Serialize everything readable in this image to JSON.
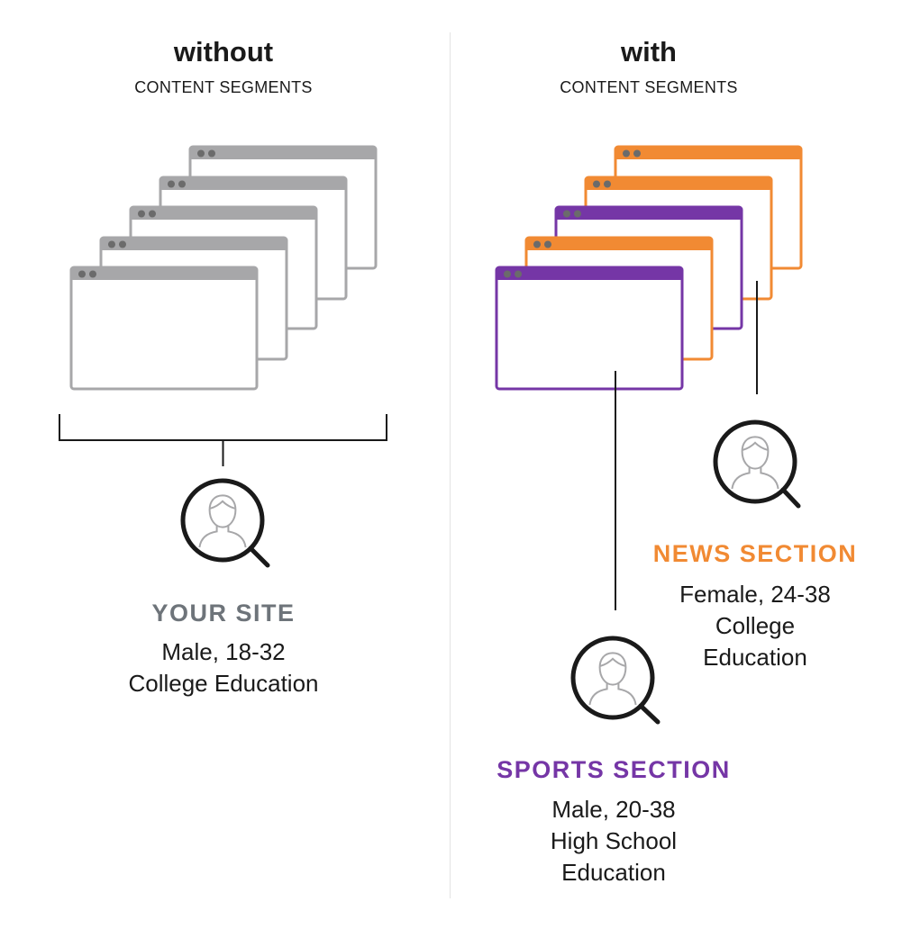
{
  "left": {
    "heading": "without",
    "subheading": "CONTENT SEGMENTS",
    "segment": {
      "name": "YOUR SITE",
      "lines": [
        "Male, 18-32",
        "College Education"
      ]
    }
  },
  "right": {
    "heading": "with",
    "subheading": "CONTENT SEGMENTS",
    "news": {
      "name": "NEWS SECTION",
      "lines": [
        "Female, 24-38",
        "College",
        "Education"
      ]
    },
    "sports": {
      "name": "SPORTS SECTION",
      "lines": [
        "Male, 20-38",
        "High School",
        "Education"
      ]
    }
  },
  "colors": {
    "gray": "#a7a7a9",
    "dot": "#6b6b6b",
    "orange": "#f18a33",
    "purple": "#7536a6",
    "slate": "#6e747a",
    "ink": "#1a1a1a"
  },
  "icons": {
    "window": "browser-window-icon",
    "search": "user-search-icon"
  }
}
